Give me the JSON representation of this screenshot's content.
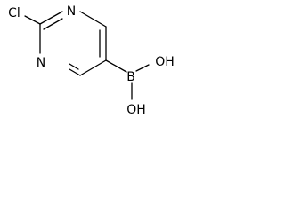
{
  "molecule": {
    "atoms": {
      "cl": "Cl",
      "n_top": "N",
      "n_bottom": "N",
      "b": "B",
      "oh_top": "OH",
      "oh_bottom": "OH"
    }
  },
  "colors": {
    "bond": "#000000",
    "text": "#000000",
    "background": "#ffffff"
  }
}
